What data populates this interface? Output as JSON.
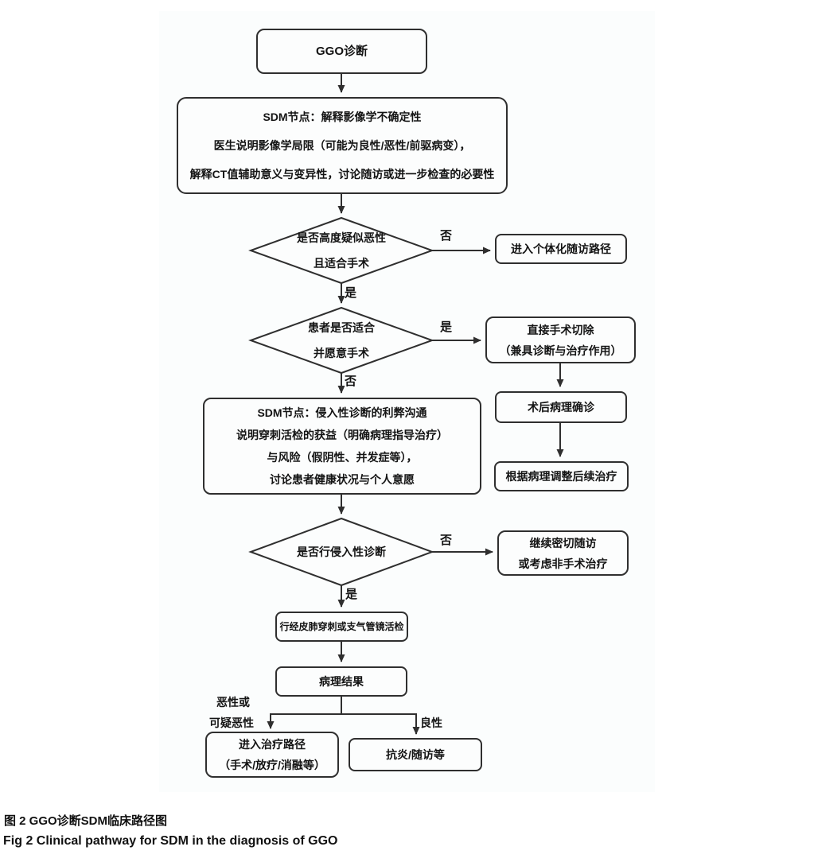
{
  "figure": {
    "caption_zh": "图 2  GGO诊断SDM临床路径图",
    "caption_en": "Fig 2  Clinical pathway for SDM in the diagnosis of GGO"
  },
  "nodes": {
    "start": {
      "label": "GGO诊断"
    },
    "sdm1": {
      "lines": [
        "SDM节点：解释影像学不确定性",
        "医生说明影像学局限（可能为良性/恶性/前驱病变），",
        "解释CT值辅助意义与变异性，讨论随访或进一步检查的必要性"
      ]
    },
    "decision1": {
      "lines": [
        "是否高度疑似恶性",
        "且适合手术"
      ]
    },
    "followup_path": {
      "label": "进入个体化随访路径"
    },
    "decision2": {
      "lines": [
        "患者是否适合",
        "并愿意手术"
      ]
    },
    "surgery": {
      "lines": [
        "直接手术切除",
        "（兼具诊断与治疗作用）"
      ]
    },
    "postop_pathology": {
      "label": "术后病理确诊"
    },
    "adjust_treatment": {
      "label": "根据病理调整后续治疗"
    },
    "sdm2": {
      "lines": [
        "SDM节点：侵入性诊断的利弊沟通",
        "说明穿刺活检的获益（明确病理指导治疗）",
        "与风险（假阴性、并发症等），",
        "讨论患者健康状况与个人意愿"
      ]
    },
    "decision3": {
      "label": "是否行侵入性诊断"
    },
    "close_followup": {
      "lines": [
        "继续密切随访",
        "或考虑非手术治疗"
      ]
    },
    "biopsy": {
      "label": "行经皮肺穿刺或支气管镜活检"
    },
    "pathology_result": {
      "label": "病理结果"
    },
    "treatment_path": {
      "lines": [
        "进入治疗路径",
        "（手术/放疗/消融等）"
      ]
    },
    "benign_management": {
      "label": "抗炎/随访等"
    }
  },
  "edge_labels": {
    "d1_no": "否",
    "d1_yes": "是",
    "d2_yes": "是",
    "d2_no": "否",
    "d3_no": "否",
    "d3_yes": "是",
    "malignant_line1": "恶性或",
    "malignant_line2": "可疑恶性",
    "benign": "良性"
  },
  "colors": {
    "line": "#2f2f2f",
    "panel_bg": "#fbfdfd",
    "node_bg": "#fcfdfd"
  }
}
